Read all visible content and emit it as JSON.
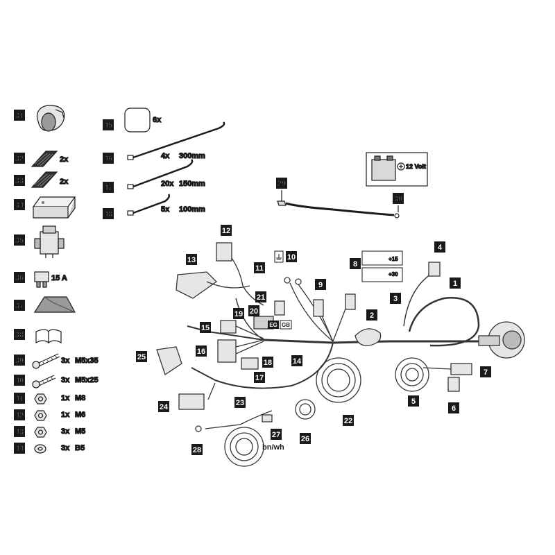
{
  "parts_list": [
    {
      "number": "31",
      "icon": "switch-knob-icon"
    },
    {
      "number": "32",
      "icon": "adhesive-pad-icon",
      "quantity": "2x"
    },
    {
      "number": "33",
      "icon": "adhesive-pad-icon",
      "quantity": "2x"
    },
    {
      "number": "34",
      "icon": "control-module-icon"
    },
    {
      "number": "35",
      "icon": "relay-connector-icon"
    },
    {
      "number": "36",
      "icon": "fuse-icon",
      "quantity": "15 A"
    },
    {
      "number": "37",
      "icon": "foam-strip-icon"
    },
    {
      "number": "38",
      "icon": "manual-book-icon"
    },
    {
      "number": "39",
      "icon": "bolt-icon",
      "quantity": "3x",
      "size": "M5x35"
    },
    {
      "number": "40",
      "icon": "bolt-icon",
      "quantity": "3x",
      "size": "M5x25"
    },
    {
      "number": "41",
      "icon": "nut-icon",
      "quantity": "1x",
      "size": "M8"
    },
    {
      "number": "42",
      "icon": "nut-icon",
      "quantity": "1x",
      "size": "M6"
    },
    {
      "number": "43",
      "icon": "nut-icon",
      "quantity": "3x",
      "size": "M5"
    },
    {
      "number": "44",
      "icon": "washer-icon",
      "quantity": "3x",
      "size": "B5"
    }
  ],
  "small_parts": [
    {
      "number": "45",
      "icon": "pad-icon",
      "quantity": "6x"
    },
    {
      "number": "46",
      "icon": "cable-tie-icon",
      "quantity": "4x",
      "length": "300mm"
    },
    {
      "number": "47",
      "icon": "cable-tie-icon",
      "quantity": "20x",
      "length": "150mm"
    },
    {
      "number": "48",
      "icon": "cable-tie-icon",
      "quantity": "5x",
      "length": "100mm"
    }
  ],
  "battery": {
    "icon": "battery-icon",
    "label": "12 Volt",
    "cable_numbers": [
      "29",
      "30"
    ]
  },
  "ignition_box": {
    "ignition_label": "+15",
    "permanent_label": "+30"
  },
  "harness_labels": [
    "1",
    "2",
    "3",
    "4",
    "5",
    "6",
    "7",
    "8",
    "9",
    "10",
    "11",
    "12",
    "13",
    "14",
    "15",
    "16",
    "17",
    "18",
    "19",
    "20",
    "21",
    "22",
    "23",
    "24",
    "25",
    "26",
    "27",
    "28"
  ],
  "connector_tags": {
    "eg": "EG",
    "gb": "GB"
  },
  "wire_color_label": "bn/wh",
  "colors": {
    "ink": "#1a1a1a",
    "label_bg": "#1a1a1a",
    "label_text": "#ffffff",
    "wire": "#333333",
    "fill_light": "#e6e6e6"
  }
}
